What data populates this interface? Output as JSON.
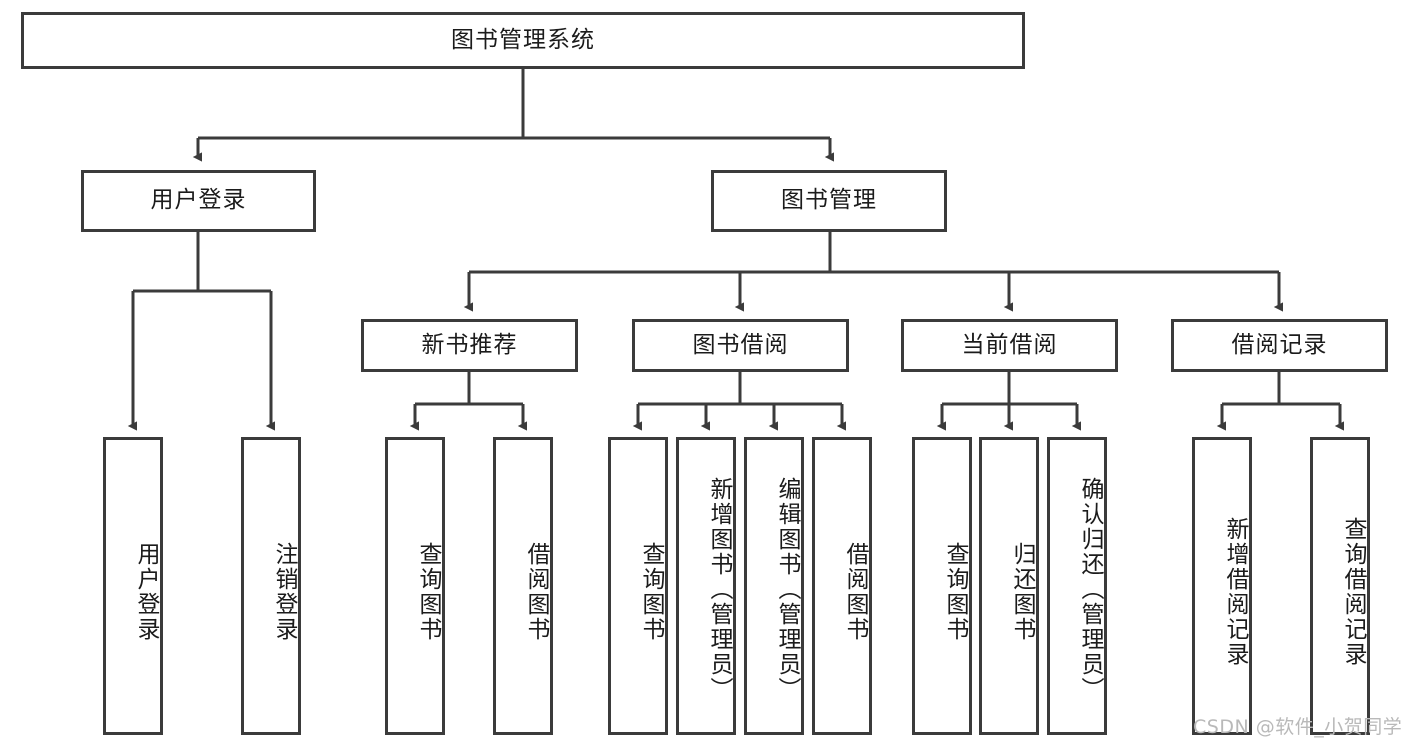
{
  "diagram": {
    "type": "tree-hierarchy-functional-decomposition",
    "root": {
      "label": "图书管理系统"
    },
    "level1": [
      {
        "label": "用户登录"
      },
      {
        "label": "图书管理"
      }
    ],
    "level2": [
      {
        "label": "新书推荐",
        "parent": "图书管理"
      },
      {
        "label": "图书借阅",
        "parent": "图书管理"
      },
      {
        "label": "当前借阅",
        "parent": "图书管理"
      },
      {
        "label": "借阅记录",
        "parent": "图书管理"
      }
    ],
    "leaves": {
      "user_login": [
        {
          "label": "用户登录"
        },
        {
          "label": "注销登录"
        }
      ],
      "new_book_recommend": [
        {
          "label": "查询图书"
        },
        {
          "label": "借阅图书"
        }
      ],
      "book_borrow": [
        {
          "label": "查询图书"
        },
        {
          "label": "新增图书（管理员）"
        },
        {
          "label": "编辑图书（管理员）"
        },
        {
          "label": "借阅图书"
        }
      ],
      "current_borrow": [
        {
          "label": "查询图书"
        },
        {
          "label": "归还图书"
        },
        {
          "label": "确认归还（管理员）"
        }
      ],
      "borrow_record": [
        {
          "label": "新增借阅记录"
        },
        {
          "label": "查询借阅记录"
        }
      ]
    }
  },
  "watermark": {
    "text": "CSDN @软件_小贺同学"
  },
  "colors": {
    "stroke": "#3b3b3b",
    "fill": "#ffffff",
    "text": "#1b1b1b",
    "watermark": "#b9b9b9"
  }
}
